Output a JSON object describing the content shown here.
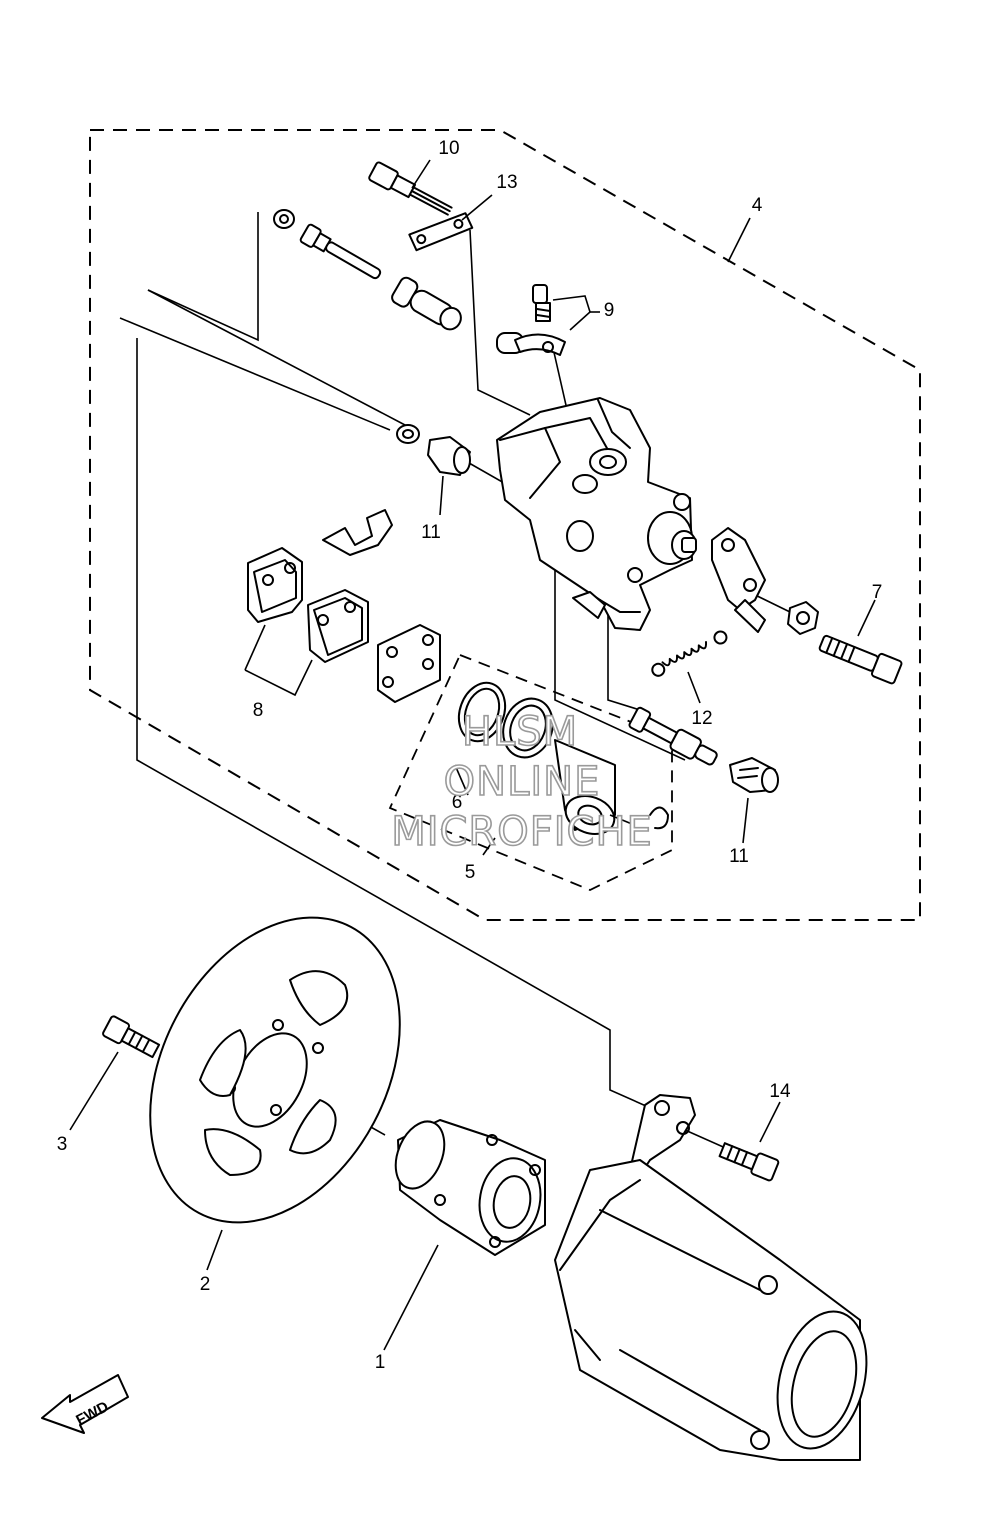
{
  "diagram": {
    "part_labels": {
      "p1": "1",
      "p2": "2",
      "p3": "3",
      "p4": "4",
      "p5": "5",
      "p6": "6",
      "p7": "7",
      "p8": "8",
      "p9": "9",
      "p10": "10",
      "p11a": "11",
      "p11b": "11",
      "p12": "12",
      "p13": "13",
      "p14": "14"
    },
    "direction_arrow": "FWD",
    "watermark": {
      "line1": "HLSM",
      "line2": "ONLINE",
      "line3": "MICROFICHE"
    }
  }
}
